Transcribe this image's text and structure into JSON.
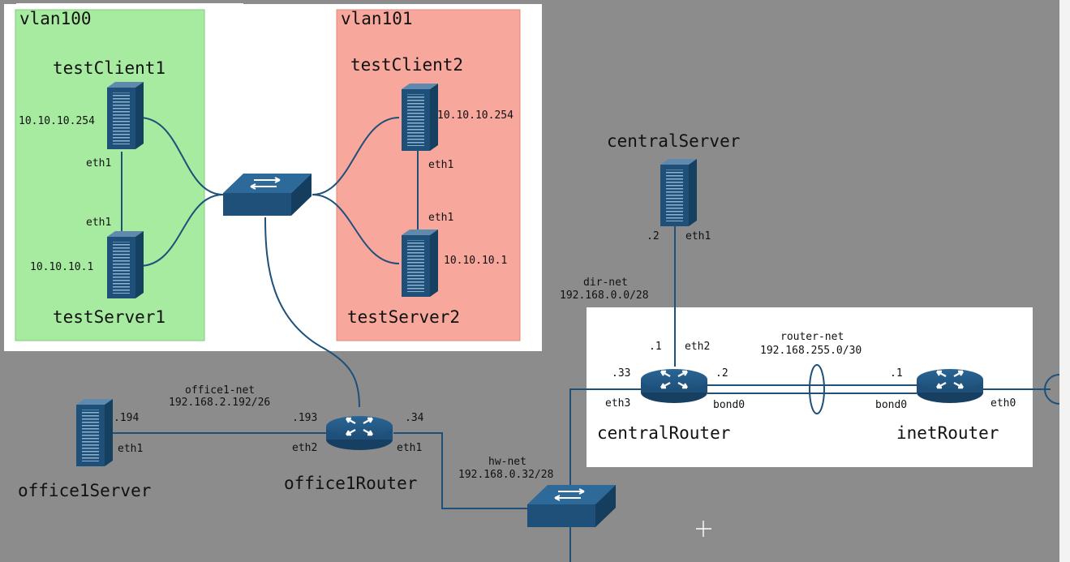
{
  "colors": {
    "background": "#8c8c8c",
    "panel": "#ffffff",
    "vlan100_fill": "#a6eba0",
    "vlan101_fill": "#f7a79c",
    "device": "#1e5079",
    "link": "#1e5079"
  },
  "zones": {
    "vlan100": "vlan100",
    "vlan101": "vlan101"
  },
  "devices": {
    "testClient1": "testClient1",
    "testServer1": "testServer1",
    "testClient2": "testClient2",
    "testServer2": "testServer2",
    "centralServer": "centralServer",
    "centralRouter": "centralRouter",
    "inetRouter": "inetRouter",
    "office1Server": "office1Server",
    "office1Router": "office1Router"
  },
  "labels": {
    "tc1_ip": "10.10.10.254",
    "tc1_eth": "eth1",
    "ts1_eth": "eth1",
    "ts1_ip": "10.10.10.1",
    "tc2_ip": "10.10.10.254",
    "tc2_eth": "eth1",
    "ts2_eth": "eth1",
    "ts2_ip": "10.10.10.1",
    "cs_addr": ".2",
    "cs_eth": "eth1",
    "dirnet_name": "dir-net",
    "dirnet_cidr": "192.168.0.0/28",
    "cr_top_addr": ".1",
    "cr_top_eth": "eth2",
    "routernet_name": "router-net",
    "routernet_cidr": "192.168.255.0/30",
    "cr_left_addr": ".33",
    "cr_right_addr": ".2",
    "cr_eth3": "eth3",
    "cr_bond": "bond0",
    "ir_addr": ".1",
    "ir_bond": "bond0",
    "ir_eth0": "eth0",
    "office1net_name": "office1-net",
    "office1net_cidr": "192.168.2.192/26",
    "os_addr": ".194",
    "os_eth": "eth1",
    "or_left_addr": ".193",
    "or_right_addr": ".34",
    "or_eth2": "eth2",
    "or_eth1": "eth1",
    "hwnet_name": "hw-net",
    "hwnet_cidr": "192.168.0.32/28"
  }
}
